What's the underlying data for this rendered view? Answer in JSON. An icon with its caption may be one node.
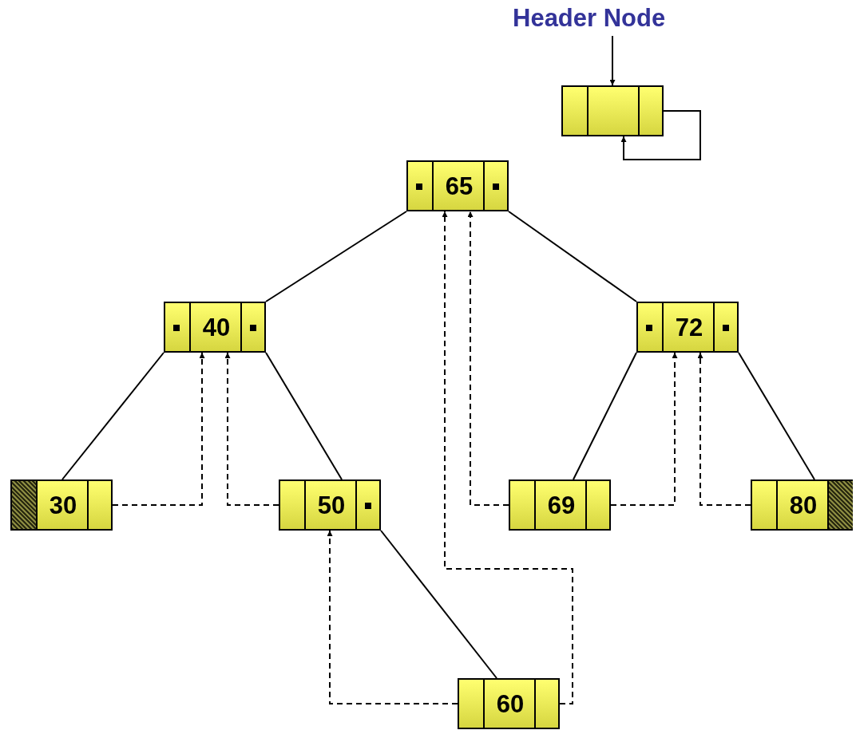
{
  "diagram": {
    "nodes": [
      {
        "text": [
          "Header Node"
        ]
      },
      {
        "text": [],
        "shape": "box"
      },
      {
        "text": [
          "65"
        ]
      },
      {
        "text": [
          "40"
        ]
      },
      {
        "text": [
          "72"
        ]
      },
      {
        "text": [
          "30"
        ]
      },
      {
        "text": [
          "50"
        ]
      },
      {
        "text": [
          "69"
        ]
      },
      {
        "text": [
          "80"
        ]
      },
      {
        "text": [
          "60"
        ]
      }
    ],
    "edges": [
      {
        "from": 0,
        "to": 1,
        "arrow": "to"
      },
      {
        "from": 1,
        "to": 1,
        "arrow": "to"
      },
      {
        "from": 2,
        "to": 3,
        "arrow": "none"
      },
      {
        "from": 2,
        "to": 4,
        "arrow": "none"
      },
      {
        "from": 3,
        "to": 5,
        "arrow": "none"
      },
      {
        "from": 3,
        "to": 6,
        "arrow": "none"
      },
      {
        "from": 4,
        "to": 7,
        "arrow": "none"
      },
      {
        "from": 4,
        "to": 8,
        "arrow": "none"
      },
      {
        "from": 6,
        "to": 9,
        "arrow": "none"
      },
      {
        "from": 5,
        "to": 3,
        "arrow": "to",
        "style": "dashed"
      },
      {
        "from": 6,
        "to": 3,
        "arrow": "to",
        "style": "dashed"
      },
      {
        "from": 7,
        "to": 2,
        "arrow": "to",
        "style": "dashed"
      },
      {
        "from": 7,
        "to": 4,
        "arrow": "to",
        "style": "dashed"
      },
      {
        "from": 8,
        "to": 4,
        "arrow": "to",
        "style": "dashed"
      },
      {
        "from": 9,
        "to": 6,
        "arrow": "to",
        "style": "dashed"
      },
      {
        "from": 9,
        "to": 2,
        "arrow": "to",
        "style": "dashed"
      }
    ]
  }
}
